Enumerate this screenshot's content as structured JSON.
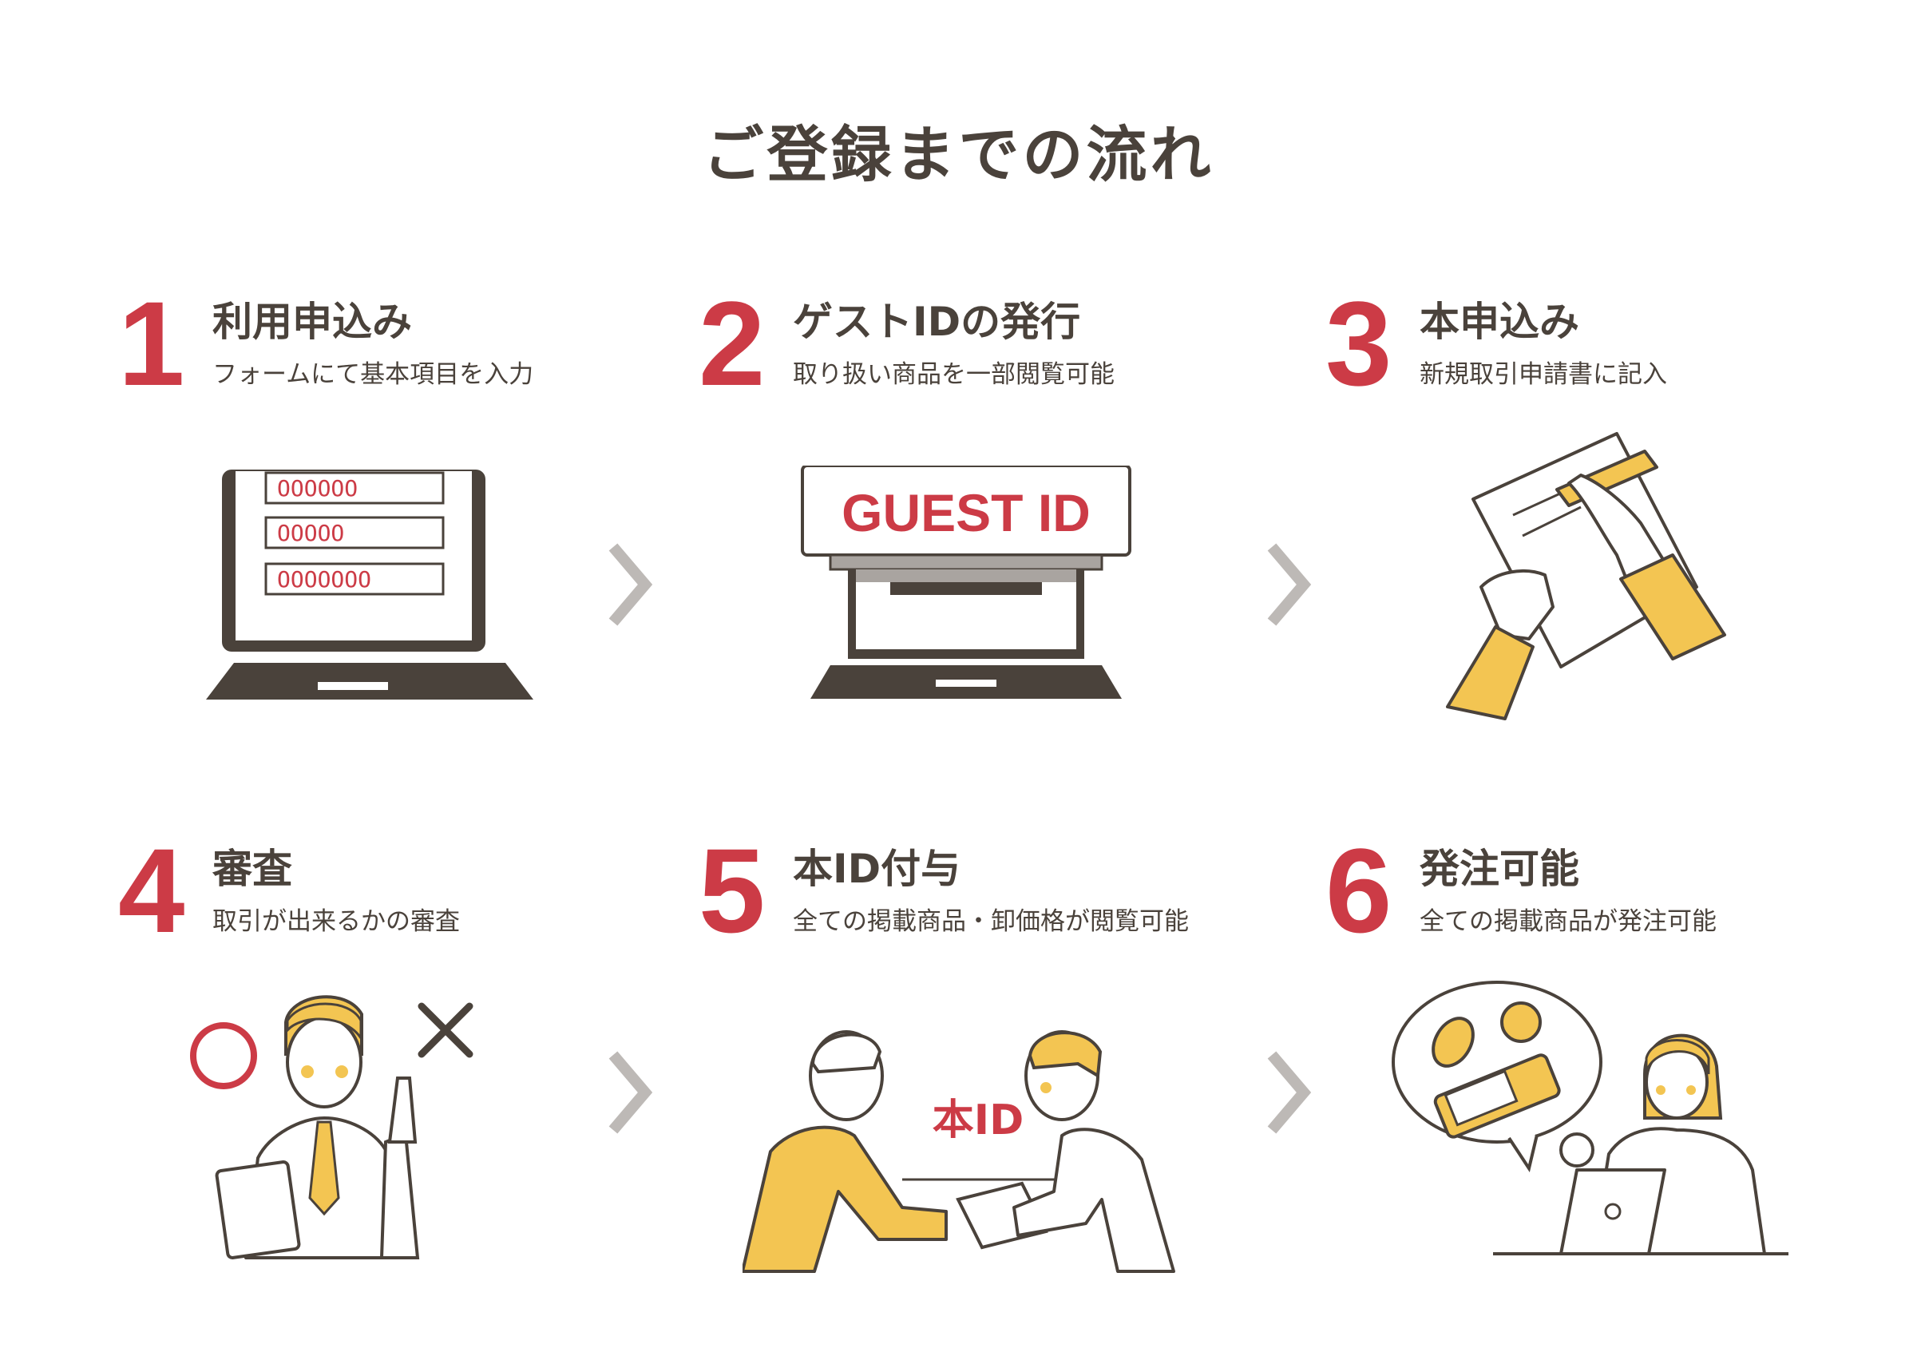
{
  "title": "ご登録までの流れ",
  "colors": {
    "accent": "#cc3b46",
    "text": "#4a423b",
    "yellow": "#f3c552",
    "arrow": "#bdb9b6"
  },
  "steps": [
    {
      "number": "1",
      "heading": "利用申込み",
      "description": "フォームにて基本項目を入力",
      "illustration": "laptop-form-icon"
    },
    {
      "number": "2",
      "heading": "ゲストIDの発行",
      "description": "取り扱い商品を一部閲覧可能",
      "illustration": "laptop-guest-id-icon",
      "badge": "GUEST ID"
    },
    {
      "number": "3",
      "heading": "本申込み",
      "description": "新規取引申請書に記入",
      "illustration": "hands-writing-icon"
    },
    {
      "number": "4",
      "heading": "審査",
      "description": "取引が出来るかの審査",
      "illustration": "reviewer-person-icon"
    },
    {
      "number": "5",
      "heading": "本ID付与",
      "description": "全ての掲載商品・卸価格が閲覧可能",
      "illustration": "handshake-icon",
      "badge": "本ID"
    },
    {
      "number": "6",
      "heading": "発注可能",
      "description": "全ての掲載商品が発注可能",
      "illustration": "woman-ordering-icon"
    }
  ],
  "form_fields": [
    "OOOOOO",
    "OOOOO",
    "OOOOOOO"
  ]
}
